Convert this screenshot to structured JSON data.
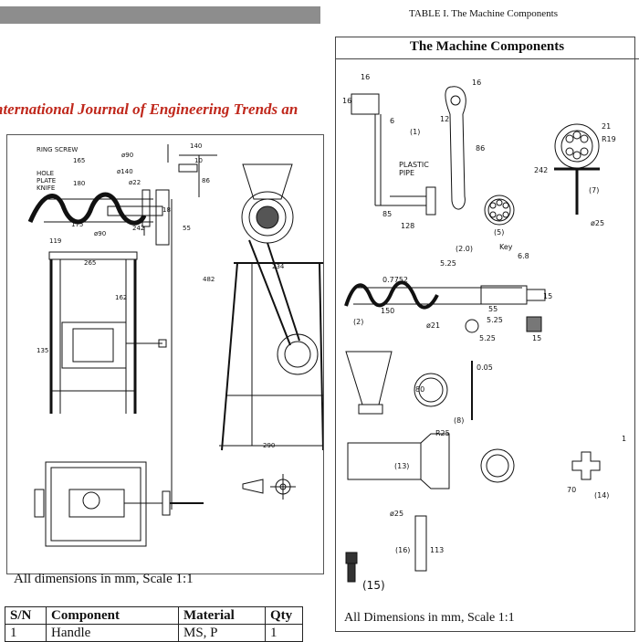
{
  "journal_title": "nternational Journal of Engineering Trends an",
  "left_figure": {
    "labels": {
      "ring_screw": "RING SCREW",
      "hole_plate": "HOLE",
      "plate": "PLATE",
      "knife": "KNIFE",
      "d165": "165",
      "d180": "180",
      "phi90_top": "ø90",
      "phi140": "ø140",
      "phi22": "ø22",
      "d140": "140",
      "d10": "10",
      "d86": "86",
      "d18": "18",
      "d242": "242",
      "d55": "55",
      "d175": "175",
      "phi90": "ø90",
      "d119": "119",
      "d265": "265",
      "d234": "234",
      "d162": "162",
      "d482": "482",
      "d135": "135",
      "d290": "290"
    },
    "caption": "All dimensions in mm, Scale 1:1"
  },
  "components_table": {
    "headers": [
      "S/N",
      "Component",
      "Material",
      "Qty"
    ],
    "rows": [
      [
        "1",
        "Handle",
        "MS, P",
        "1"
      ]
    ]
  },
  "table_caption": "TABLE I. The Machine Components",
  "right_figure": {
    "title": "The Machine Components",
    "labels": {
      "d16a": "16",
      "d16b": "16",
      "d16c": "16",
      "d6": "6",
      "n1": "(1)",
      "d12": "12",
      "d86": "86",
      "plastic": "PLASTIC",
      "pipe": "PIPE",
      "d85": "85",
      "d128": "128",
      "n5": "(5)",
      "d21": "21",
      "r19": "R19",
      "d242": "242",
      "n7": "(7)",
      "phi25a": "ø25",
      "n2_0": "(2.0)",
      "key": "Key",
      "d6_8": "6.8",
      "d5_25a": "5.25",
      "d0_7752": "0.7752",
      "d150": "150",
      "d55": "55",
      "d15a": "15",
      "d5_25b": "5.25",
      "n2": "(2)",
      "phi21": "ø21",
      "d5_25c": "5.25",
      "d15b": "15",
      "d0_05": "0.05",
      "d80": "80",
      "n8": "(8)",
      "r25": "R25",
      "phi25b": "ø25",
      "n13": "(13)",
      "n16": "(16)",
      "d113": "113",
      "d70": "70",
      "n14": "(14)",
      "d1": "1",
      "n15": "(15)"
    },
    "caption": "All Dimensions in mm, Scale 1:1"
  }
}
